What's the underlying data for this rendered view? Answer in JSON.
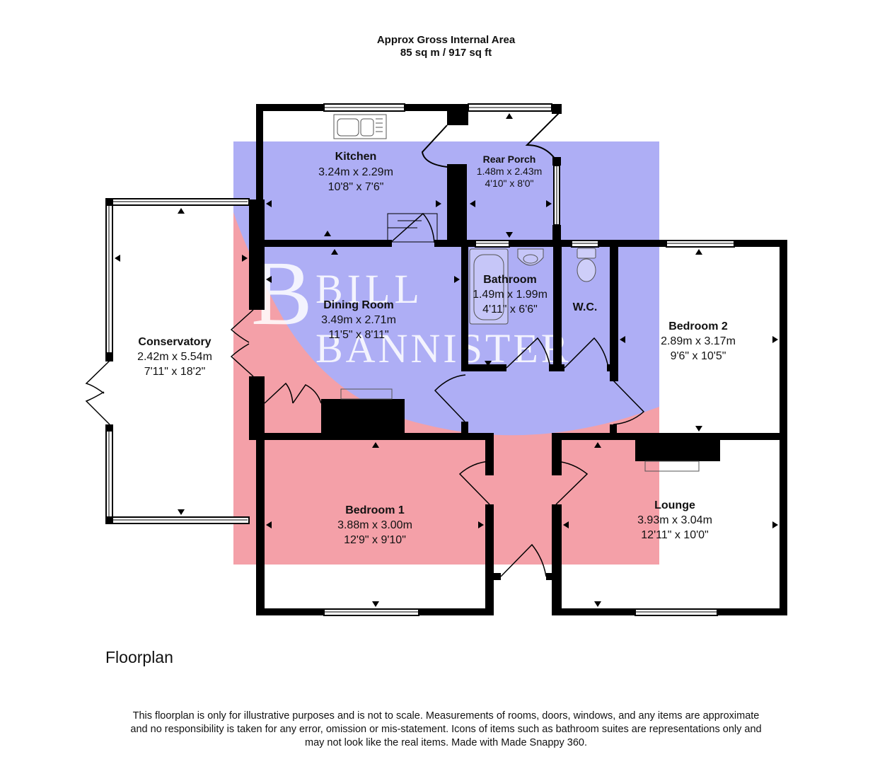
{
  "header": {
    "line1": "Approx Gross Internal Area",
    "line2": "85 sq m / 917 sq ft"
  },
  "watermark": {
    "line1": "BILL",
    "line2": "BANNISTER",
    "colors": {
      "blue": "#aeaef5",
      "red": "#f4a0a8"
    }
  },
  "colors": {
    "wall": "#000000",
    "window_frame": "#000000"
  },
  "rooms": {
    "kitchen": {
      "name": "Kitchen",
      "metric": "3.24m x 2.29m",
      "imperial": "10'8\" x 7'6\""
    },
    "rear_porch": {
      "name": "Rear Porch",
      "metric": "1.48m x 2.43m",
      "imperial": "4'10\" x 8'0\""
    },
    "dining_room": {
      "name": "Dining Room",
      "metric": "3.49m x 2.71m",
      "imperial": "11'5\" x 8'11\""
    },
    "bathroom": {
      "name": "Bathroom",
      "metric": "1.49m x 1.99m",
      "imperial": "4'11\" x 6'6\""
    },
    "wc": {
      "name": "W.C."
    },
    "bedroom_2": {
      "name": "Bedroom 2",
      "metric": "2.89m x 3.17m",
      "imperial": "9'6\" x 10'5\""
    },
    "conservatory": {
      "name": "Conservatory",
      "metric": "2.42m x 5.54m",
      "imperial": "7'11\" x 18'2\""
    },
    "bedroom_1": {
      "name": "Bedroom 1",
      "metric": "3.88m x 3.00m",
      "imperial": "12'9\" x 9'10\""
    },
    "lounge": {
      "name": "Lounge",
      "metric": "3.93m x 3.04m",
      "imperial": "12'11\" x 10'0\""
    }
  },
  "caption": "Floorplan",
  "disclaimer": {
    "line1": "This floorplan is only for illustrative purposes and is not to scale. Measurements of rooms, doors, windows, and any items are approximate",
    "line2": "and no responsibility is taken for any error, omission or mis-statement. Icons of items such as bathroom suites are representations only and",
    "line3": "may not look like the real items. Made with Made Snappy 360."
  }
}
